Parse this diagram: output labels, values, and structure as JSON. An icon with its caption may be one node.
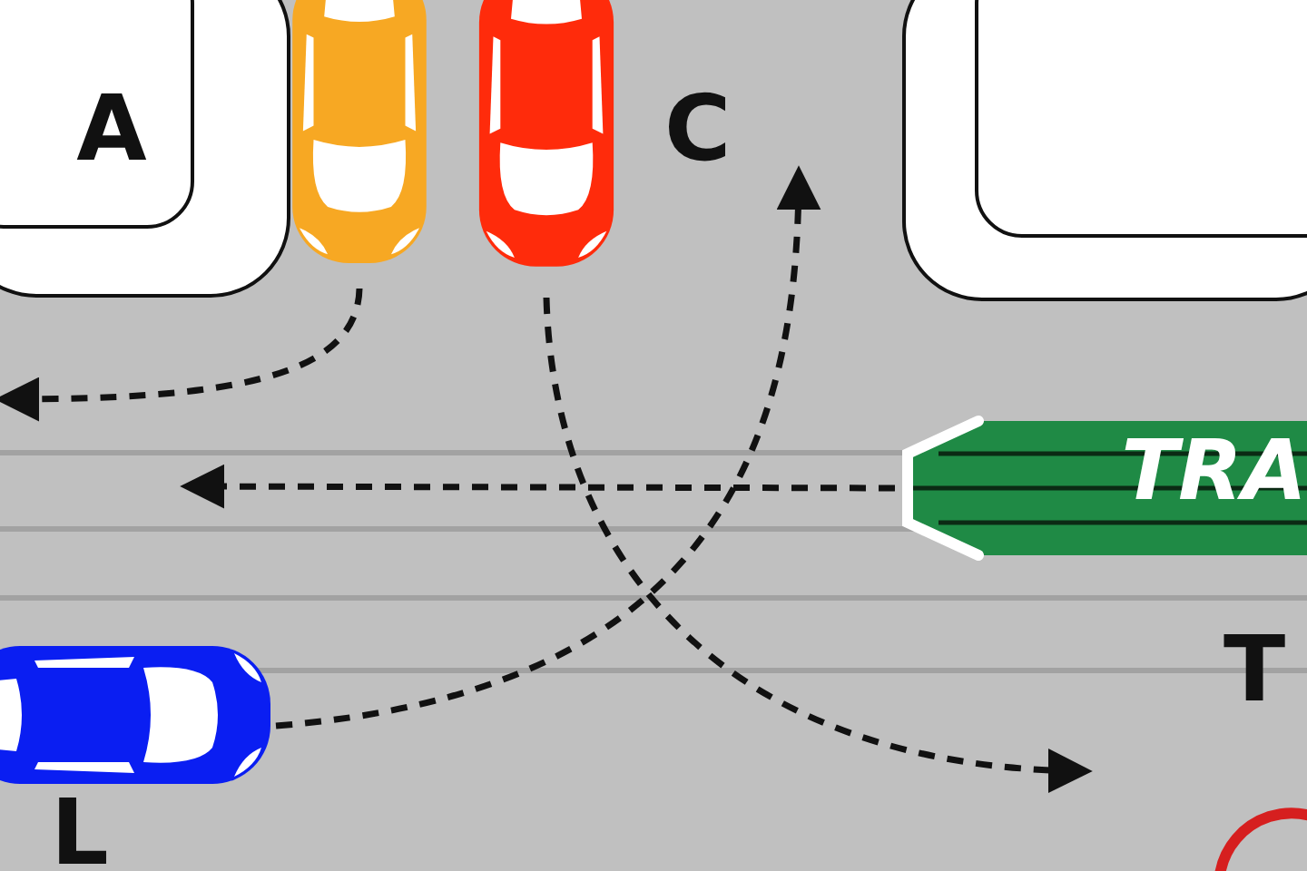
{
  "diagram": {
    "nodes": [
      {
        "text": [
          "A"
        ]
      },
      {
        "text": [],
        "shape": "box"
      },
      {
        "text": [],
        "shape": "picture"
      },
      {
        "text": [],
        "shape": "picture"
      },
      {
        "text": [
          "TRA"
        ]
      },
      {
        "text": [],
        "shape": "picture"
      }
    ],
    "edges": [
      {
        "from": 2,
        "to": null,
        "arrow": "to",
        "style": "dashed"
      },
      {
        "from": 3,
        "to": null,
        "arrow": "to",
        "style": "dashed"
      },
      {
        "from": 4,
        "to": null,
        "arrow": "to",
        "style": "dashed"
      },
      {
        "from": 5,
        "to": null,
        "arrow": "to",
        "style": "dashed"
      }
    ],
    "labels": [
      "C",
      "T",
      "L"
    ]
  }
}
